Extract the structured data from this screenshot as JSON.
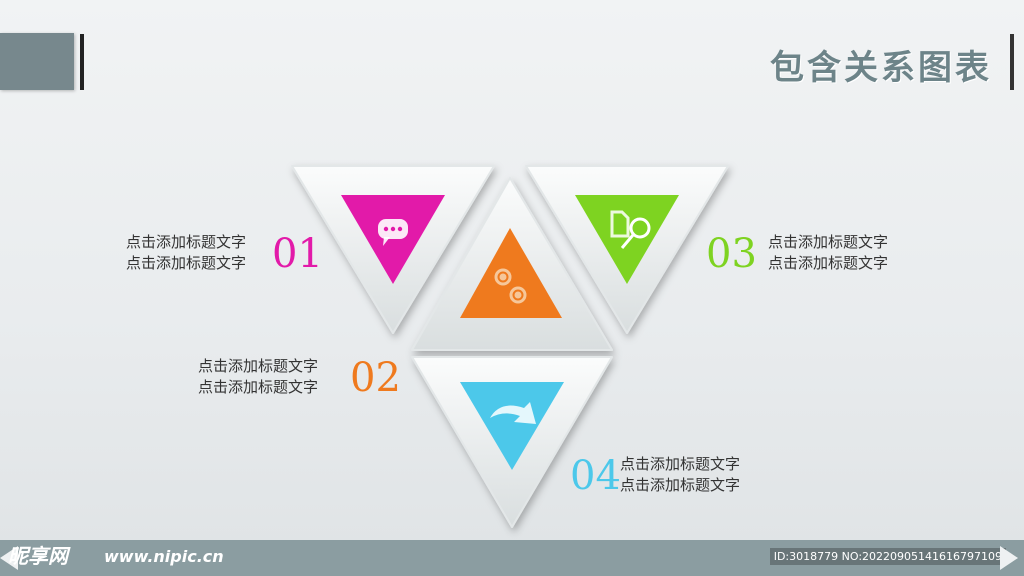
{
  "title": "包含关系图表",
  "items": [
    {
      "number": "01",
      "color": "#e21aa9",
      "icon": "chat-bubble-icon",
      "line1": "点击添加标题文字",
      "line2": "点击添加标题文字"
    },
    {
      "number": "02",
      "color": "#ef7a1e",
      "icon": "gears-icon",
      "line1": "点击添加标题文字",
      "line2": "点击添加标题文字"
    },
    {
      "number": "03",
      "color": "#7ed321",
      "icon": "magnify-document-icon",
      "line1": "点击添加标题文字",
      "line2": "点击添加标题文字"
    },
    {
      "number": "04",
      "color": "#4cc8ea",
      "icon": "curved-arrow-icon",
      "line1": "点击添加标题文字",
      "line2": "点击添加标题文字"
    }
  ],
  "footer": {
    "logo": "昵享网",
    "url": "www.nipic.cn",
    "id_text": "ID:3018779 NO:20220905141616797109"
  }
}
